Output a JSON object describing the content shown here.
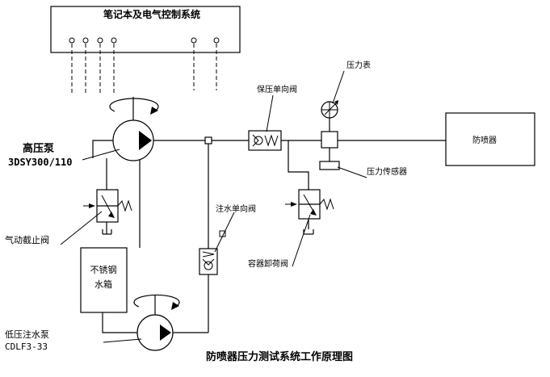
{
  "control_system": {
    "label": "笔记本及电气控制系统"
  },
  "pumps": {
    "high_pressure_name": "高压泵",
    "high_pressure_model": "3DSY300/110",
    "low_pressure_name": "低压注水泵",
    "low_pressure_model": "CDLF3-33"
  },
  "valves": {
    "pneumatic_shutoff": "气动截止阀",
    "pressure_hold_check": "保压单向阀",
    "fill_check": "注水单向阀",
    "vessel_unload": "容器卸荷阀"
  },
  "instruments": {
    "pressure_gauge": "压力表",
    "pressure_sensor": "压力传感器"
  },
  "tank": {
    "line1": "不锈钢",
    "line2": "水箱"
  },
  "blowout_preventer": {
    "label": "防喷器"
  },
  "diagram": {
    "caption": "防喷器压力测试系统工作原理图"
  }
}
